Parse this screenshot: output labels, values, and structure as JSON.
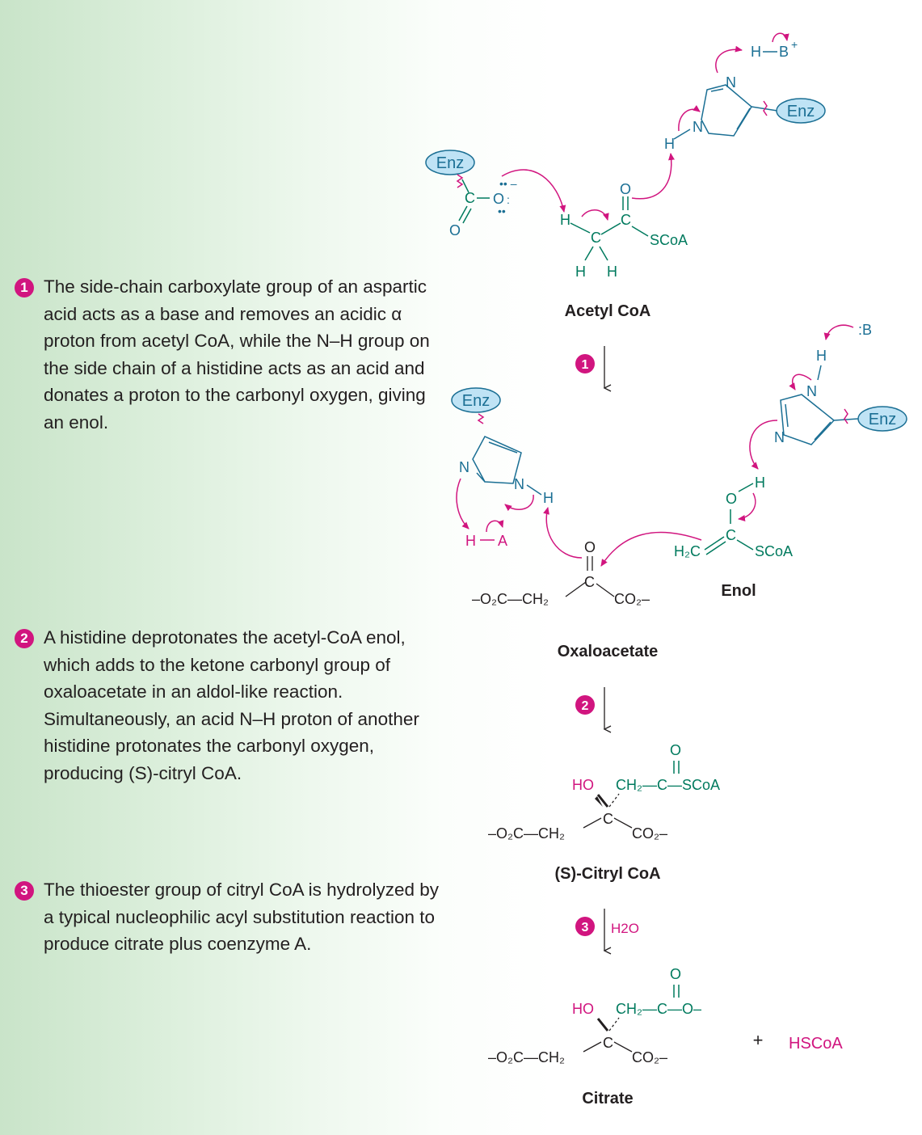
{
  "steps": [
    {
      "number": "1",
      "text": "The side-chain carboxylate group of an aspartic acid acts as a base and removes an acidic α proton from acetyl CoA, while the N–H group on the side chain of a histidine acts as an acid and donates a proton to the carbonyl oxygen, giving an enol."
    },
    {
      "number": "2",
      "text": "A histidine deprotonates the acetyl-CoA enol, which adds to the ketone carbonyl group of oxaloacetate in an aldol-like reaction. Simultaneously, an acid N–H proton of another histidine protonates the carbonyl oxygen, producing (S)-citryl CoA."
    },
    {
      "number": "3",
      "text": "The thioester group of citryl CoA is hydrolyzed by a typical nucleophilic acyl substitution reaction to produce citrate plus coenzyme A."
    }
  ],
  "labels": {
    "acetyl_coa": "Acetyl CoA",
    "oxaloacetate": "Oxaloacetate",
    "enol": "Enol",
    "citryl_coa": "(S)-Citryl CoA",
    "citrate": "Citrate"
  },
  "arrows": {
    "step1": "1",
    "step2": "2",
    "step3": "3",
    "step3_reagent": "H2O"
  },
  "enzyme": "Enz",
  "byproduct": "HSCoA",
  "plus": "+",
  "colors": {
    "magenta": "#d1157f",
    "green": "#007a5e",
    "blue": "#1b6f94",
    "enz_fill": "#bfe3f5"
  }
}
